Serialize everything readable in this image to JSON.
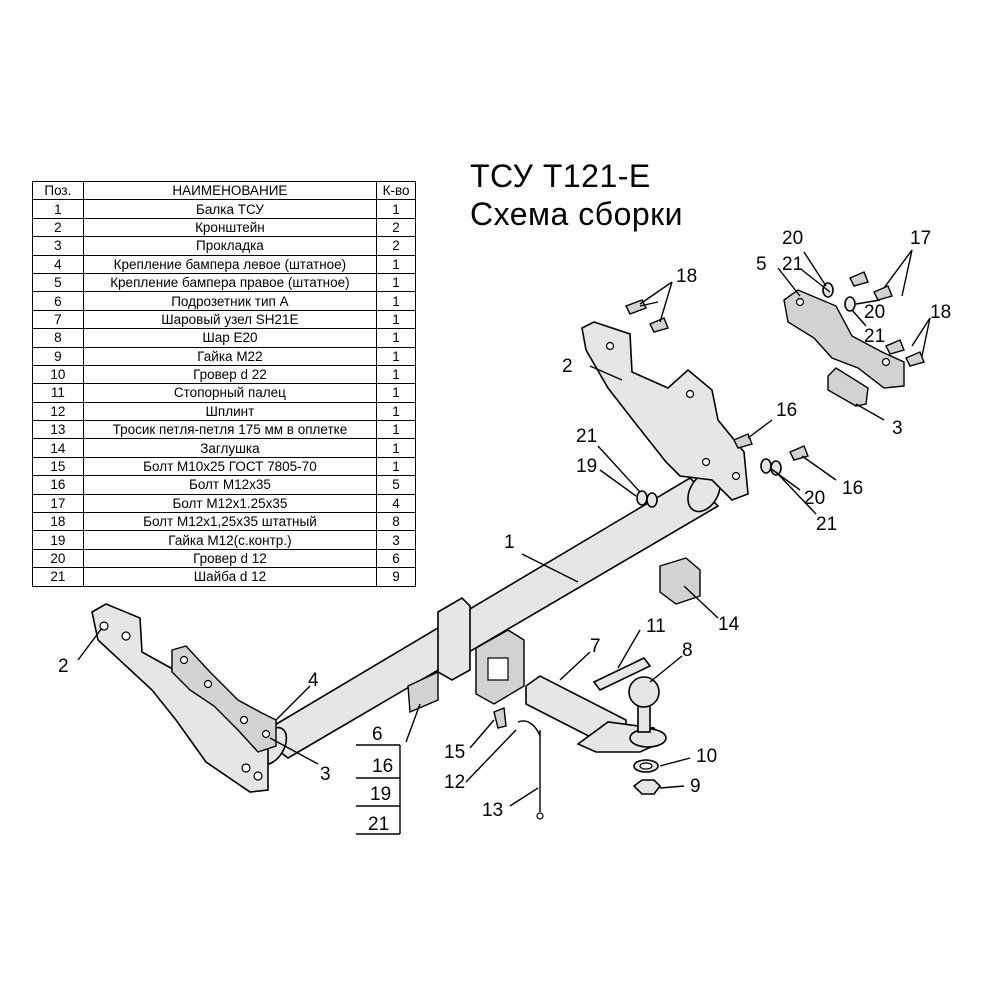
{
  "title_line1": "ТСУ Т121-Е",
  "title_line2": "Схема сборки",
  "table": {
    "headers": [
      "Поз.",
      "НАИМЕНОВАНИЕ",
      "К-во"
    ],
    "rows": [
      [
        "1",
        "Балка ТСУ",
        "1"
      ],
      [
        "2",
        "Кронштейн",
        "2"
      ],
      [
        "3",
        "Прокладка",
        "2"
      ],
      [
        "4",
        "Крепление бампера левое (штатное)",
        "1"
      ],
      [
        "5",
        "Крепление бампера правое (штатное)",
        "1"
      ],
      [
        "6",
        "Подрозетник тип А",
        "1"
      ],
      [
        "7",
        "Шаровый узел SH21E",
        "1"
      ],
      [
        "8",
        "Шар Е20",
        "1"
      ],
      [
        "9",
        "Гайка М22",
        "1"
      ],
      [
        "10",
        "Гровер d 22",
        "1"
      ],
      [
        "11",
        "Стопорный палец",
        "1"
      ],
      [
        "12",
        "Шплинт",
        "1"
      ],
      [
        "13",
        "Тросик петля-петля 175 мм в оплетке",
        "1"
      ],
      [
        "14",
        "Заглушка",
        "1"
      ],
      [
        "15",
        "Болт М10х25 ГОСТ 7805-70",
        "1"
      ],
      [
        "16",
        "Болт М12х35",
        "5"
      ],
      [
        "17",
        "Болт М12х1.25х35",
        "4"
      ],
      [
        "18",
        "Болт М12х1,25х35 штатный",
        "8"
      ],
      [
        "19",
        "Гайка М12(с.контр.)",
        "3"
      ],
      [
        "20",
        "Гровер d 12",
        "6"
      ],
      [
        "21",
        "Шайба d 12",
        "9"
      ]
    ]
  },
  "callouts": {
    "c1": "1",
    "c2a": "2",
    "c2b": "2",
    "c3a": "3",
    "c3b": "3",
    "c4": "4",
    "c5": "5",
    "c6": "6",
    "c7": "7",
    "c8": "8",
    "c9": "9",
    "c10": "10",
    "c11": "11",
    "c12": "12",
    "c13": "13",
    "c14": "14",
    "c15": "15",
    "c16a": "16",
    "c16b": "16",
    "c16s": "16",
    "c17": "17",
    "c18a": "18",
    "c18b": "18",
    "c19a": "19",
    "c19s": "19",
    "c20a": "20",
    "c20b": "20",
    "c20c": "20",
    "c21a": "21",
    "c21b": "21",
    "c21c": "21",
    "c21d": "21",
    "c21s": "21"
  }
}
